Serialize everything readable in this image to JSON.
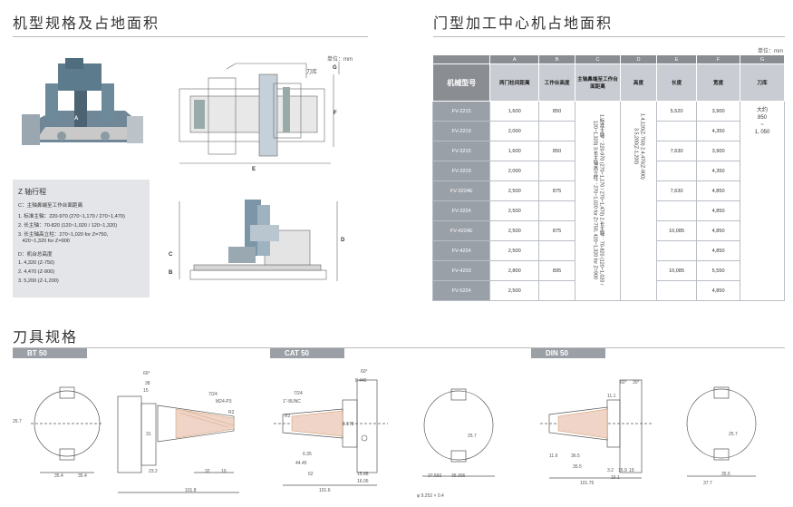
{
  "left": {
    "title": "机型规格及占地面积",
    "unit": "单位：mm",
    "dim_labels": {
      "e": "E",
      "f": "F",
      "g": "G",
      "tool_mag": "刀库",
      "a": "A",
      "b": "B",
      "c": "C",
      "d": "D"
    },
    "z_box": {
      "title": "Z 轴行程",
      "c_head": "C：主轴鼻端至工作台面距离",
      "c_items": [
        "1. 标准主轴：220-970 (270~1,170 / 270~1,470)",
        "2. 长主轴：70-820 (120~1,020 / 120~1,320)",
        "3. 长主轴高立柱：270~1,020 for Z=750,",
        "   420~1,320 for Z=900"
      ],
      "d_head": "D：机台总高度",
      "d_items": [
        "1. 4,320 (Z-750)",
        "2. 4,470 (Z-900)",
        "3. 5,200 (Z-1,200)"
      ]
    }
  },
  "right": {
    "title": "门型加工中心机占地面积",
    "unit": "单位：mm",
    "letters": [
      "",
      "A",
      "B",
      "C",
      "D",
      "E",
      "F",
      "G"
    ],
    "headers": [
      "机械型号",
      "两门柱间距离",
      "工作台高度",
      "主轴鼻端至工作台面距离",
      "高度",
      "长度",
      "宽度",
      "刀库"
    ],
    "c_vertical": "1.标准主轴：220-970 (270~1,170 / 270~1,470)  2.长主轴：70-820 (120~1,020 / 120~1,320)  3.长主轴高立柱：270~1,020 for Z=750, 420~1,320 for Z=900",
    "d_vertical": "1.4,120(Z-750)  2.4,470(Z-900)  3.5,200(Z-1,200)",
    "g_value": "大约\n850\n~\n1, 050",
    "rows": [
      {
        "model": "FV-2215",
        "a": "1,600",
        "b": "850",
        "e": "5,520",
        "f": "3,900"
      },
      {
        "model": "FV-2219",
        "a": "2,000",
        "b": "",
        "e": "",
        "f": "4,350"
      },
      {
        "model": "FV-3215",
        "a": "1,600",
        "b": "850",
        "e": "7,630",
        "f": "3,900"
      },
      {
        "model": "FV-3219",
        "a": "2,000",
        "b": "",
        "e": "",
        "f": "4,350"
      },
      {
        "model": "FV-3224E",
        "a": "2,500",
        "b": "875",
        "e": "7,630",
        "f": "4,850"
      },
      {
        "model": "FV-3224",
        "a": "2,500",
        "b": "",
        "e": "",
        "f": "4,850"
      },
      {
        "model": "FV-4224E",
        "a": "2,500",
        "b": "875",
        "e": "10,085",
        "f": "4,850"
      },
      {
        "model": "FV-4224",
        "a": "2,500",
        "b": "",
        "e": "",
        "f": "4,850"
      },
      {
        "model": "FV-4233",
        "a": "2,800",
        "b": "895",
        "e": "10,085",
        "f": "5,550"
      },
      {
        "model": "FV-5224",
        "a": "2,500",
        "b": "",
        "e": "",
        "f": "4,850"
      }
    ]
  },
  "tools": {
    "title": "刀具规格",
    "tabs": [
      "BT 50",
      "CAT 50",
      "DIN 50"
    ],
    "bt": {
      "d1": "60°",
      "d2": "7/24",
      "d3": "M24-P3",
      "d4": "R2",
      "d5": "35.4",
      "d6": "35.4",
      "d7": "23.2",
      "d8": "101.8",
      "d9": "32",
      "d10": "10",
      "d11": "15",
      "d12": "25.7",
      "d13": "38",
      "d14": "31"
    },
    "cat": {
      "d1": "60°",
      "d2": "7/24",
      "d3": "1\"-8UNC",
      "d4": "R2",
      "d5": "8.446",
      "d6": "8.178",
      "d7": "6.35",
      "d8": "44.45",
      "d9": "62",
      "d10": "101.6",
      "d11": "37.592",
      "d12": "35.306",
      "d13": "φ 9.252 × 0.4",
      "d14": "15.88",
      "d15": "16.05",
      "d16": "25.7"
    },
    "din": {
      "d1": "60°",
      "d2": "30°",
      "d3": "11.1",
      "d4": "36.5",
      "d5": "35.5",
      "d6": "101.75",
      "d7": "3.2",
      "d8": "15.9",
      "d9": "19",
      "d10": "35.5",
      "d11": "37.7",
      "d12": "16.1",
      "d13": "25.7",
      "d14": "11.6"
    }
  }
}
